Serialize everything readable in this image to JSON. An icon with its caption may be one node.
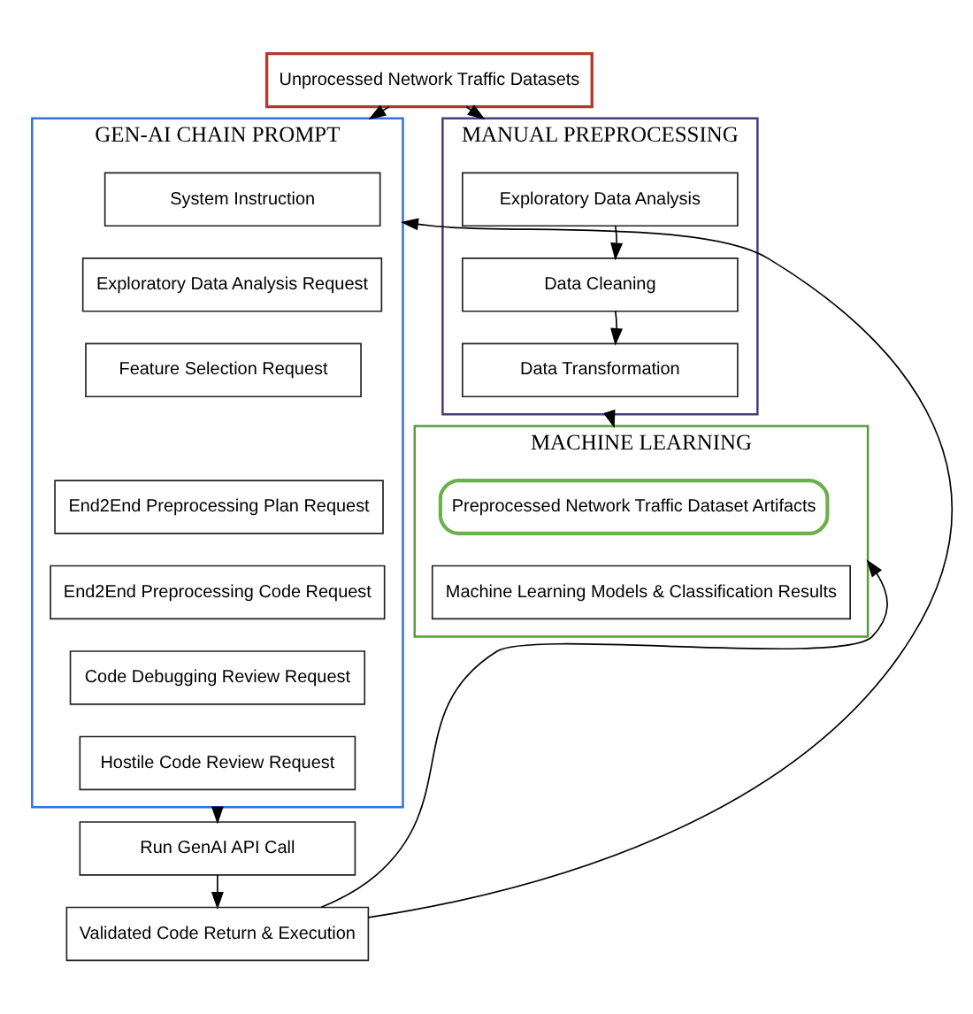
{
  "diagram": {
    "nodes": [
      {
        "text": [
          "Unprocessed Network Traffic Datasets"
        ]
      },
      {
        "text": [
          "GEN-AI CHAIN PROMPT"
        ]
      },
      {
        "text": [
          "System Instruction"
        ],
        "in": 1
      },
      {
        "text": [
          "Exploratory Data Analysis Request"
        ],
        "in": 1
      },
      {
        "text": [
          "Feature Selection Request"
        ],
        "in": 1
      },
      {
        "text": [
          "End2End Preprocessing Plan Request"
        ],
        "in": 1
      },
      {
        "text": [
          "End2End Preprocessing Code Request"
        ],
        "in": 1
      },
      {
        "text": [
          "Code Debugging Review Request"
        ],
        "in": 1
      },
      {
        "text": [
          "Hostile Code Review Request"
        ],
        "in": 1
      },
      {
        "text": [
          "MANUAL PREPROCESSING"
        ]
      },
      {
        "text": [
          "Exploratory Data Analysis"
        ],
        "in": 9
      },
      {
        "text": [
          "Data Cleaning"
        ],
        "in": 9
      },
      {
        "text": [
          "Data Transformation"
        ],
        "in": 9
      },
      {
        "text": [
          "MACHINE LEARNING"
        ]
      },
      {
        "text": [
          "Preprocessed Network Traffic Dataset Artifacts"
        ],
        "in": 13
      },
      {
        "text": [
          "Machine Learning Models & Classification Results"
        ],
        "in": 13
      },
      {
        "text": [
          "Run GenAI API Call"
        ]
      },
      {
        "text": [
          "Validated Code Return & Execution"
        ]
      }
    ],
    "edges": [
      {
        "from": 0,
        "to": 1,
        "arrow": "to"
      },
      {
        "from": 0,
        "to": 9,
        "arrow": "to"
      },
      {
        "from": 10,
        "to": 11,
        "arrow": "to"
      },
      {
        "from": 11,
        "to": 12,
        "arrow": "to"
      },
      {
        "from": 9,
        "to": 13,
        "arrow": "to"
      },
      {
        "from": 1,
        "to": 16,
        "arrow": "to"
      },
      {
        "from": 16,
        "to": 17,
        "arrow": "to"
      },
      {
        "from": 17,
        "to": 1,
        "arrow": "to"
      },
      {
        "from": 17,
        "to": 13,
        "arrow": "to"
      }
    ]
  }
}
